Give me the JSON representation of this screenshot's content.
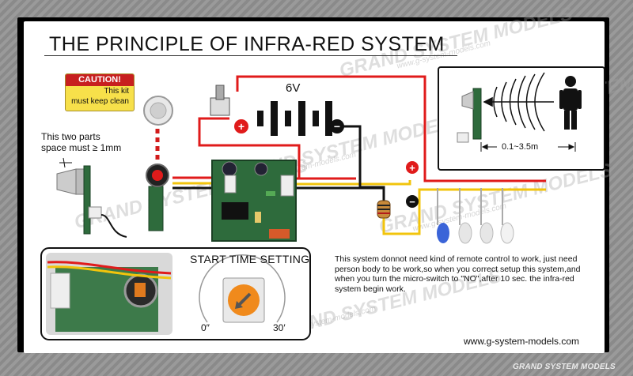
{
  "title": "THE PRINCIPLE OF INFRA-RED SYSTEM",
  "caution": {
    "heading": "CAUTION!",
    "line1": "This kit",
    "line2": "must keep clean"
  },
  "spacing_note": {
    "line1": "This two parts",
    "line2": "space must ≥ 1mm"
  },
  "battery": {
    "voltage": "6V",
    "plus": "+",
    "minus": "−"
  },
  "led_plus": "+",
  "led_minus": "−",
  "detection_range": "0.1~3.5m",
  "start_time": {
    "title": "START TIME SETTING",
    "min_label": "0″",
    "max_label": "30′"
  },
  "description": "This system donnot need kind of remote control to work, just need person body to be work,so when you correct setup this system,and when you turn the micro-switch to \"NO\",after 10 sec. the infra-red system begin work.",
  "website": "www.g-system-models.com",
  "footer_brand": "GRAND SYSTEM MODELS",
  "watermark_brand": "GRAND SYSTEM MODELS",
  "watermark_url": "www.g-system-models.com",
  "colors": {
    "red_wire": "#e01b1b",
    "yellow_wire": "#f2c40c",
    "black_wire": "#111111",
    "caution_bg": "#f7e04a",
    "caution_header": "#c71f1f",
    "dial_knob": "#f08a1c"
  }
}
